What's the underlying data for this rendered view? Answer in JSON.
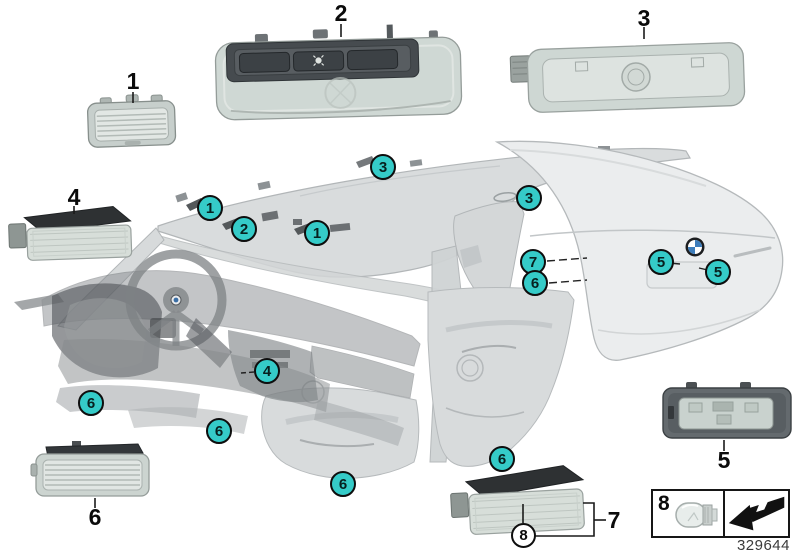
{
  "diagram": {
    "drawing_number": "329644",
    "accent_color": "#35cbc8",
    "part_labels": [
      "1",
      "2",
      "3",
      "4",
      "5",
      "6",
      "7"
    ],
    "callouts": [
      "1",
      "2",
      "1",
      "3",
      "3",
      "7",
      "6",
      "5",
      "5",
      "4",
      "6",
      "6",
      "6",
      "6"
    ],
    "bulb_callout": "8",
    "legend": {
      "bulb_ref": "8"
    },
    "icons": {
      "legend_arrow": "page-turn-arrow-icon",
      "legend_bulb": "wedge-bulb-icon",
      "tailgate_badge": "bmw-roundel-icon",
      "roof_console_button": "reading-light-icon"
    }
  }
}
